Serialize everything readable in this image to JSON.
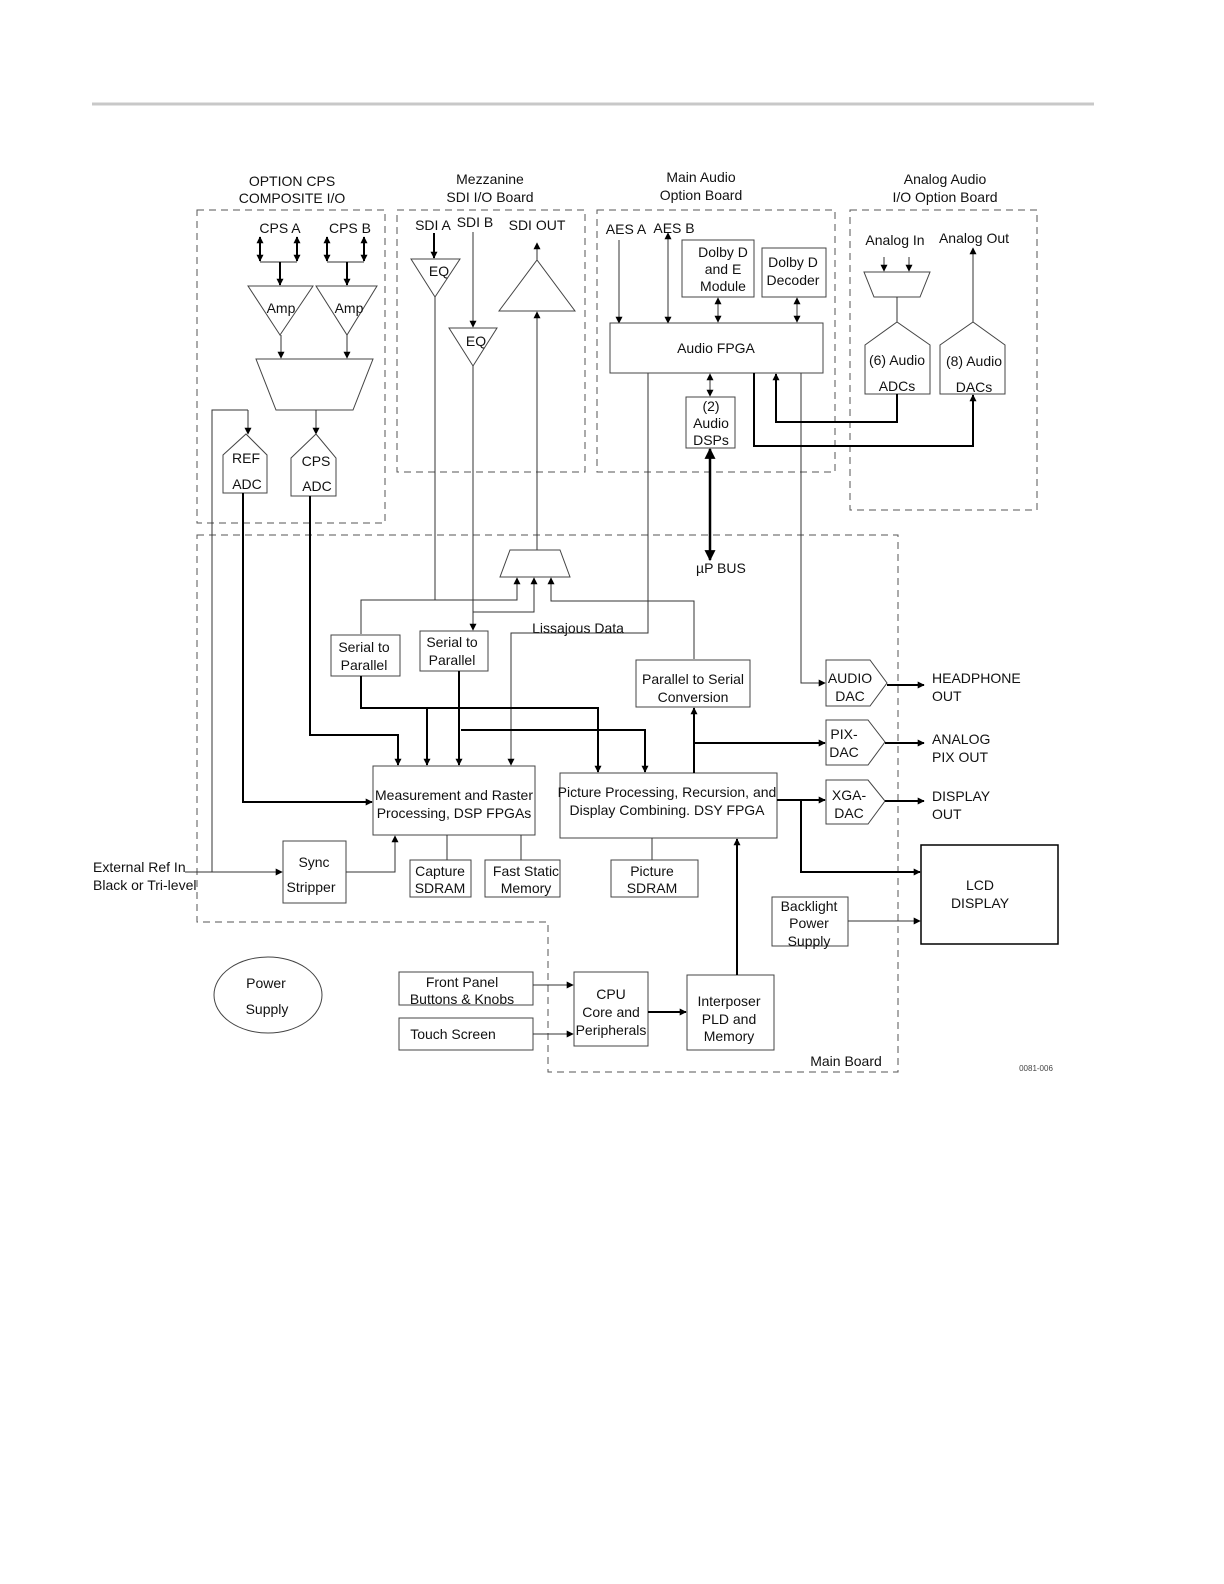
{
  "sections": {
    "cps": {
      "title": [
        "OPTION CPS",
        "COMPOSITE I/O"
      ],
      "cps_a": "CPS A",
      "cps_b": "CPS B",
      "amp": "Amp",
      "ref_adc": [
        "REF",
        "ADC"
      ],
      "cps_adc": [
        "CPS",
        "ADC"
      ]
    },
    "sdi": {
      "title": [
        "Mezzanine",
        "SDI I/O Board"
      ],
      "sdi_a": "SDI A",
      "sdi_b": "SDI B",
      "sdi_out": "SDI OUT",
      "eq": "EQ"
    },
    "audio": {
      "title": [
        "Main Audio",
        "Option Board"
      ],
      "aes_a": "AES A",
      "aes_b": "AES B",
      "dolby_de": [
        "Dolby D",
        "and E",
        "Module"
      ],
      "dolby_dec": [
        "Dolby D",
        "Decoder"
      ],
      "fpga": "Audio FPGA",
      "dsps": [
        "(2)",
        "Audio",
        "DSPs"
      ],
      "bus": "µP BUS"
    },
    "analog": {
      "title": [
        "Analog Audio",
        "I/O Option Board"
      ],
      "in": "Analog In",
      "out": "Analog Out",
      "adcs": [
        "(6) Audio",
        "ADCs"
      ],
      "dacs": [
        "(8) Audio",
        "DACs"
      ]
    },
    "main": {
      "label": "Main Board",
      "s2p": [
        "Serial to",
        "Parallel"
      ],
      "lissajous": "Lissajous Data",
      "p2s": [
        "Parallel to Serial",
        "Conversion"
      ],
      "measure": [
        "Measurement and Raster",
        "Processing, DSP FPGAs"
      ],
      "picture": [
        "Picture Processing, Recursion, and",
        "Display Combining. DSY FPGA"
      ],
      "capture": [
        "Capture",
        "SDRAM"
      ],
      "fast": [
        "Fast Static",
        "Memory"
      ],
      "pic_sdram": [
        "Picture",
        "SDRAM"
      ],
      "sync": [
        "Sync",
        "Stripper"
      ],
      "ext_ref": [
        "External Ref In",
        "Black or Tri-level"
      ],
      "audio_dac": [
        "AUDIO",
        "DAC"
      ],
      "pix_dac": [
        "PIX-",
        "DAC"
      ],
      "xga_dac": [
        "XGA-",
        "DAC"
      ],
      "headphone": [
        "HEADPHONE",
        "OUT"
      ],
      "analog_pix": [
        "ANALOG",
        "PIX OUT"
      ],
      "display_out": [
        "DISPLAY",
        "OUT"
      ],
      "lcd": [
        "LCD",
        "DISPLAY"
      ],
      "backlight": [
        "Backlight",
        "Power",
        "Supply"
      ],
      "front_panel": [
        "Front Panel",
        "Buttons & Knobs"
      ],
      "touch": "Touch Screen",
      "cpu": [
        "CPU",
        "Core and",
        "Peripherals"
      ],
      "interposer": [
        "Interposer",
        "PLD and",
        "Memory"
      ]
    },
    "power": [
      "Power",
      "Supply"
    ],
    "figure_id": "0081-006"
  }
}
